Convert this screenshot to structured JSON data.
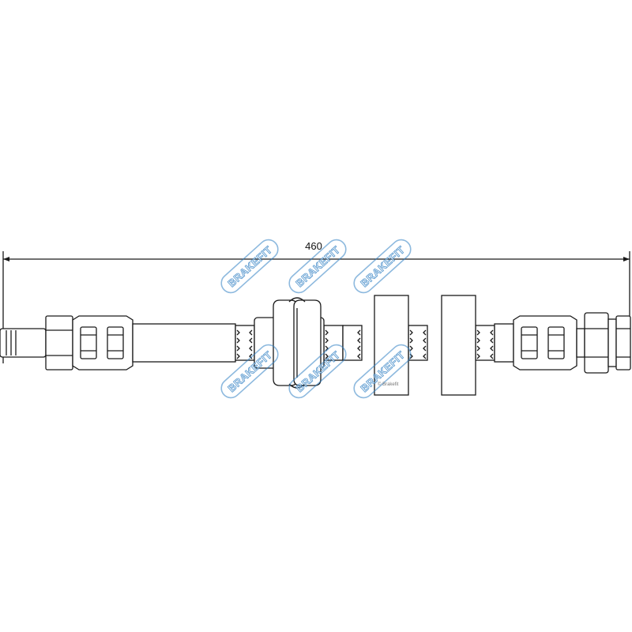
{
  "dimension": {
    "length_label": "460"
  },
  "watermark": {
    "text": "BRAKEFIT",
    "color": "#2f7fc3"
  },
  "copyright": {
    "text": "© Brakefit"
  },
  "line_color": "#1a1a1a"
}
